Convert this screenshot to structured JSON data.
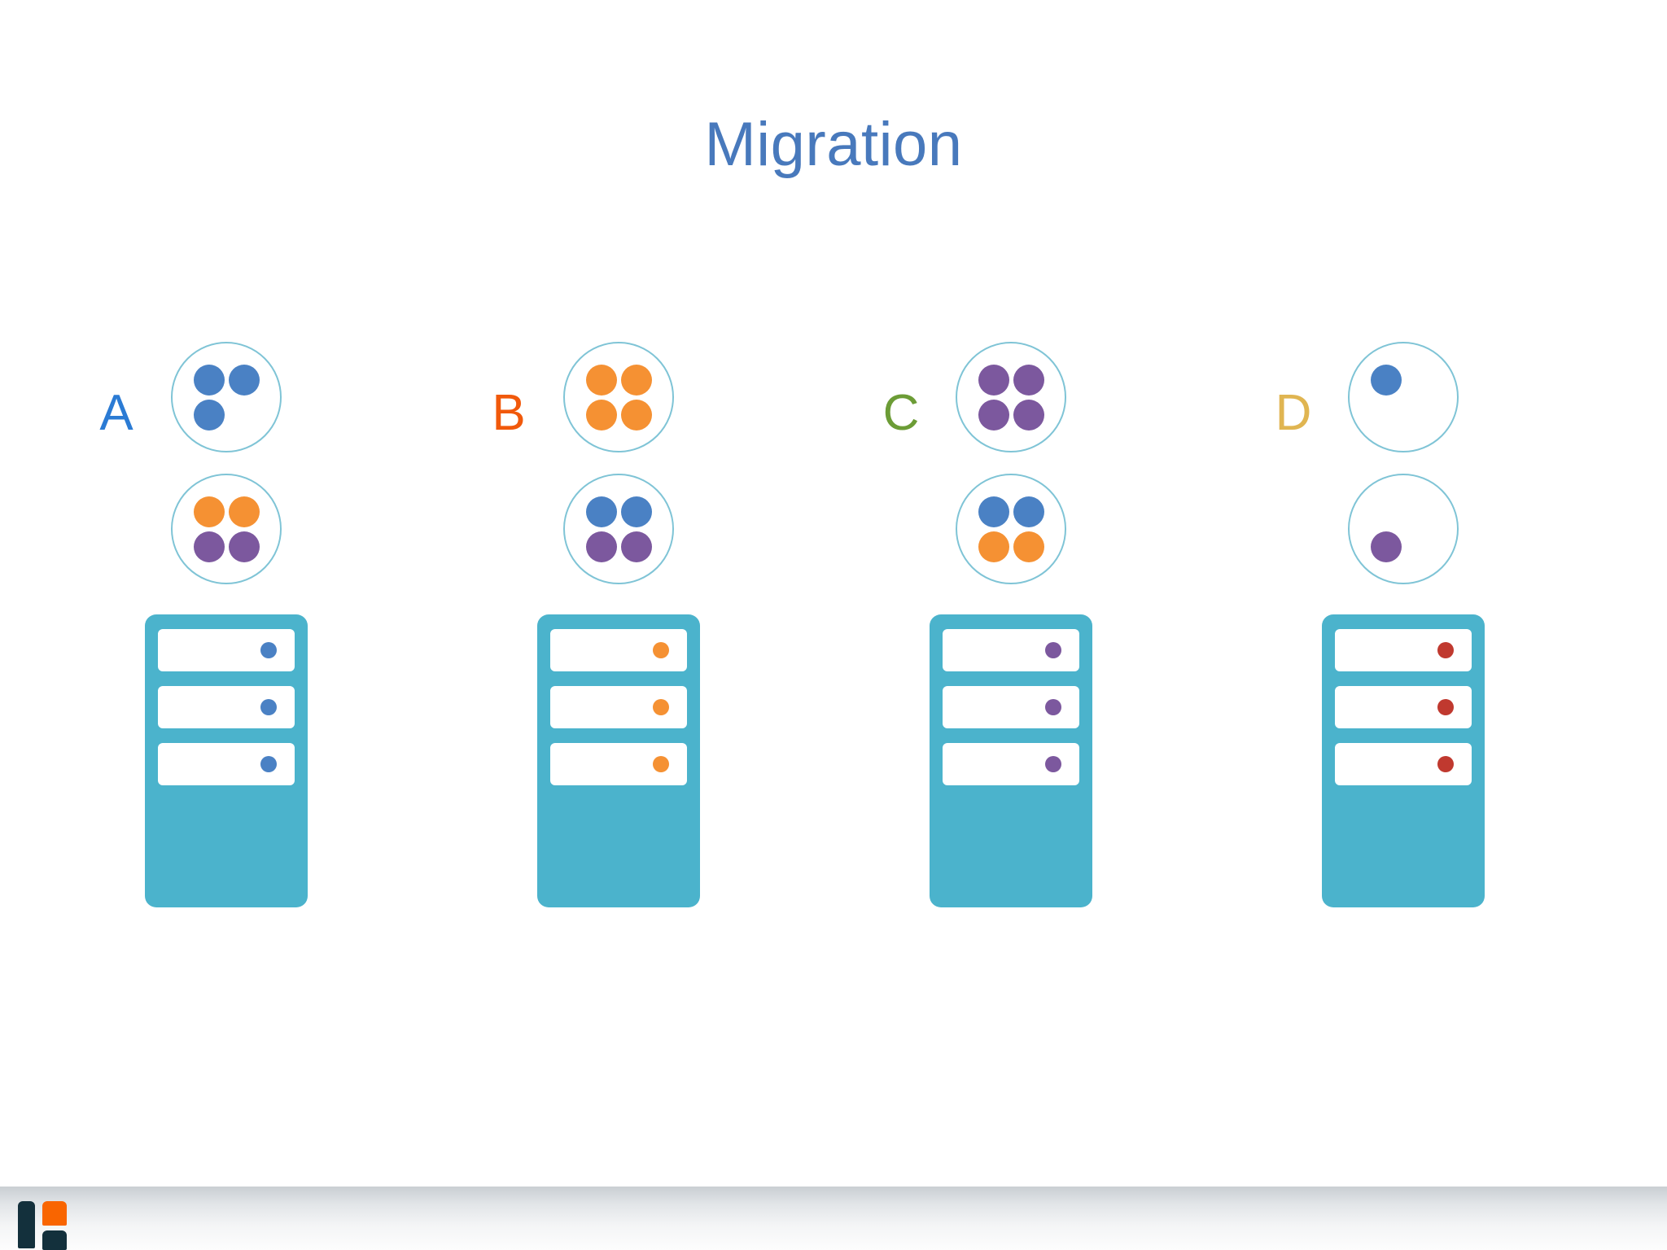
{
  "slide": {
    "title": "Migration",
    "title_color": "#4879BC",
    "background": "#ffffff"
  },
  "palette": {
    "blue": "#4A81C4",
    "orange": "#F59133",
    "purple": "#7C589E",
    "red": "#C0392F",
    "teal_rack": "#4BB3CC",
    "circle_stroke": "#7FC4D6",
    "label_blue": "#2B7BD4",
    "label_orange": "#F1590B",
    "label_green": "#6C9C36",
    "label_gold": "#E0B551"
  },
  "columns": [
    {
      "label": "A",
      "label_color": "#2B7BD4",
      "groups": [
        {
          "name": "group-top",
          "dots": [
            "blue",
            "blue",
            "blue",
            "empty"
          ]
        },
        {
          "name": "group-bottom",
          "dots": [
            "orange",
            "orange",
            "purple",
            "purple"
          ]
        }
      ],
      "server": {
        "led_color": "purple_placeholder",
        "led": "blue",
        "slots": 3
      }
    },
    {
      "label": "B",
      "label_color": "#F1590B",
      "groups": [
        {
          "name": "group-top",
          "dots": [
            "orange",
            "orange",
            "orange",
            "orange"
          ]
        },
        {
          "name": "group-bottom",
          "dots": [
            "blue",
            "blue",
            "purple",
            "purple"
          ]
        }
      ],
      "server": {
        "led": "orange",
        "slots": 3
      }
    },
    {
      "label": "C",
      "label_color": "#6C9C36",
      "groups": [
        {
          "name": "group-top",
          "dots": [
            "purple",
            "purple",
            "purple",
            "purple"
          ]
        },
        {
          "name": "group-bottom",
          "dots": [
            "blue",
            "blue",
            "orange",
            "orange"
          ]
        }
      ],
      "server": {
        "led": "purple",
        "slots": 3
      }
    },
    {
      "label": "D",
      "label_color": "#E0B551",
      "groups": [
        {
          "name": "group-top",
          "dots": [
            "blue",
            "empty",
            "empty",
            "empty"
          ]
        },
        {
          "name": "group-bottom",
          "dots": [
            "empty",
            "empty",
            "purple",
            "empty"
          ]
        }
      ],
      "server": {
        "led": "red",
        "slots": 3
      }
    }
  ],
  "footer": {
    "logo_name": "brand-logo",
    "logo_colors": {
      "bar": "#13303C",
      "square_top": "#F96500",
      "square_bottom": "#13303C"
    }
  }
}
